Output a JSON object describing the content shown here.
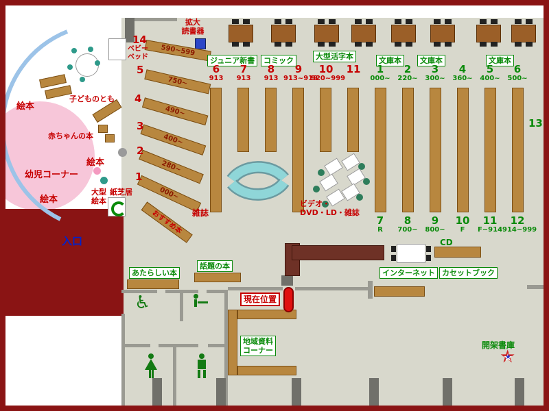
{
  "sections": {
    "magnifier_line1": "拡大",
    "magnifier_line2": "読書器",
    "junior": "ジュニア新書",
    "comic": "コミック",
    "large_print": "大型活字本",
    "bunko_1": "文庫本",
    "bunko_2": "文庫本",
    "bunko_3": "文庫本"
  },
  "red_shelves": [
    {
      "num": "6",
      "range": "913"
    },
    {
      "num": "7",
      "range": "913"
    },
    {
      "num": "8",
      "range": "913"
    },
    {
      "num": "9",
      "range": "913~919"
    },
    {
      "num": "10",
      "range": "920~999"
    },
    {
      "num": "11",
      "range": ""
    }
  ],
  "green_top": [
    {
      "num": "1",
      "range": "000~"
    },
    {
      "num": "2",
      "range": "220~"
    },
    {
      "num": "3",
      "range": "300~"
    },
    {
      "num": "4",
      "range": "360~"
    },
    {
      "num": "5",
      "range": "400~"
    },
    {
      "num": "6",
      "range": "500~"
    }
  ],
  "green_bottom": [
    {
      "num": "7",
      "range": "R"
    },
    {
      "num": "8",
      "range": "700~"
    },
    {
      "num": "9",
      "range": "800~"
    },
    {
      "num": "10",
      "range": "F"
    },
    {
      "num": "11",
      "range": "F~914"
    },
    {
      "num": "12",
      "range": "914~999"
    }
  ],
  "shelf13": "13",
  "diagonal": [
    {
      "num": "14",
      "range": "590~599"
    },
    {
      "num": "5",
      "range": "750~"
    },
    {
      "num": "4",
      "range": "490~"
    },
    {
      "num": "3",
      "range": "400~"
    },
    {
      "num": "2",
      "range": "280~"
    },
    {
      "num": "1",
      "range": "000~"
    }
  ],
  "children": {
    "ehon_top": "絵本",
    "ehon_mid": "絵本",
    "ehon_bottom": "絵本",
    "kodomo_no_tomo": "子どものとも",
    "akachan_no_hon": "赤ちゃんの本",
    "yoji_corner": "幼児コーナー",
    "ogata_line1": "大型",
    "ogata_line2": "絵本",
    "kamishibai": "紙芝居",
    "baby_bed_line1": "ベビー",
    "baby_bed_line2": "ベッド",
    "osusume": "おすすめ本"
  },
  "center": {
    "zasshi": "雑誌",
    "video_line1": "ビデオ・",
    "video_line2": "DVD・LD・雑誌"
  },
  "facilities": {
    "entrance": "入口",
    "new_books": "あたらしい本",
    "topic_books": "話題の本",
    "current_location": "現在位置",
    "local_line1": "地域資料",
    "local_line2": "コーナー",
    "internet": "インターネット",
    "cassette": "カセットブック",
    "cd": "CD",
    "open_stacks": "開架書庫"
  },
  "icons": {
    "wheelchair": "♿",
    "star": "★"
  },
  "colors": {
    "border": "#8a1414",
    "floor": "#d8d8cc",
    "shelf_brown": "#b8873f",
    "table_brown": "#9b5f28",
    "counter_brown": "#6e3126",
    "label_red": "#c60000",
    "label_green": "#0a8a0a",
    "entrance_blue": "#0022cc",
    "seat_cyan": "#8fd6d8",
    "baby_pink": "#f7c6d9",
    "wall_gray": "#9a9a92"
  }
}
